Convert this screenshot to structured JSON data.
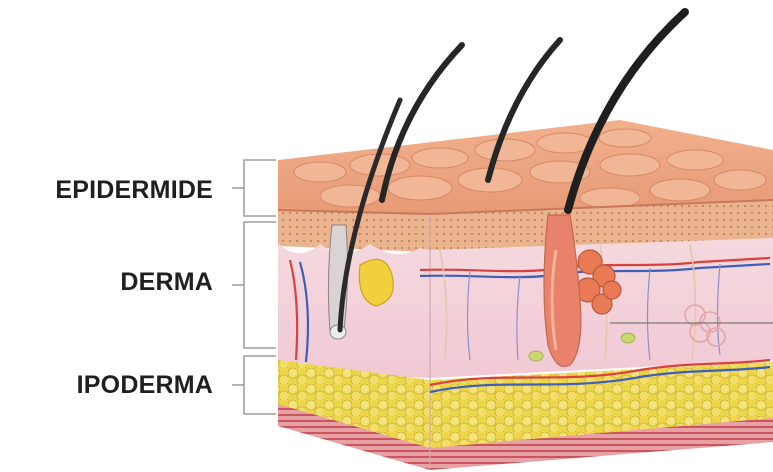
{
  "labels": {
    "epidermide": "EPIDERMIDE",
    "derma": "DERMA",
    "ipoderma": "IPODERMA"
  },
  "colors": {
    "epidermis": "#eba07d",
    "dermis": "#f6dde2",
    "hypodermis_fat": "#f0d64a",
    "muscle": "#d46a6a",
    "hair": "#2a2a2a",
    "follicle": "#e9826a",
    "bracket": "#888888"
  }
}
